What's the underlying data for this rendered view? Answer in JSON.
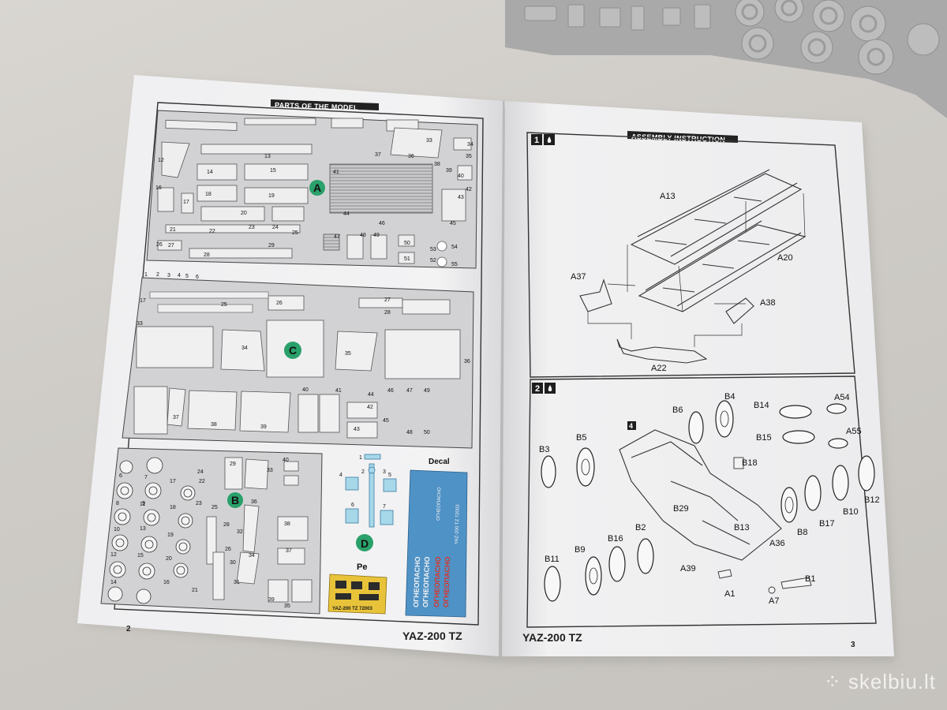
{
  "left_page": {
    "header": "PARTS OF THE MODEL",
    "page_number": "2",
    "footer_title": "YAZ-200 TZ",
    "sprues": [
      {
        "label": "A",
        "color": "#2aa06a"
      },
      {
        "label": "B",
        "color": "#2aa06a"
      },
      {
        "label": "C",
        "color": "#2aa06a"
      },
      {
        "label": "D",
        "color": "#2aa06a"
      }
    ],
    "decal_title": "Decal",
    "pe_title": "Pe",
    "decal_code": "YAZ-200 TZ 72003",
    "decal_text": "ОГНЕОПАСНО",
    "sprue_a_numbers": [
      "12",
      "13",
      "14",
      "15",
      "16",
      "17",
      "18",
      "19",
      "20",
      "21",
      "22",
      "23",
      "24",
      "25",
      "26",
      "27",
      "28",
      "29",
      "33",
      "34",
      "35",
      "36",
      "37",
      "38",
      "39",
      "40",
      "41",
      "42",
      "43",
      "44",
      "45",
      "46",
      "47",
      "48",
      "49",
      "50",
      "51",
      "52",
      "53",
      "54",
      "55"
    ],
    "sprue_c_numbers": [
      "1",
      "2",
      "3",
      "4",
      "5",
      "6",
      "17",
      "25",
      "26",
      "27",
      "28",
      "33",
      "34",
      "35",
      "36",
      "37",
      "38",
      "39",
      "40",
      "41",
      "42",
      "43",
      "44",
      "45",
      "46",
      "47",
      "48",
      "49",
      "50"
    ],
    "sprue_b_numbers": [
      "6",
      "7",
      "8",
      "9",
      "10",
      "11",
      "12",
      "13",
      "14",
      "15",
      "16",
      "17",
      "18",
      "19",
      "20",
      "21",
      "22",
      "23",
      "24",
      "25",
      "26",
      "28",
      "29",
      "30",
      "31",
      "32",
      "33",
      "34",
      "35",
      "36",
      "37",
      "38",
      "39",
      "40"
    ],
    "pe_numbers": [
      "1",
      "2",
      "3",
      "4",
      "5",
      "6",
      "7"
    ]
  },
  "right_page": {
    "header": "ASSEMBLY INSTRUCTION",
    "page_number": "3",
    "footer_title": "YAZ-200 TZ",
    "steps": [
      {
        "number": "1",
        "labels": [
          "A13",
          "A20",
          "A37",
          "A38",
          "A22"
        ]
      },
      {
        "number": "2",
        "labels": [
          "B4",
          "B6",
          "A54",
          "B14",
          "B15",
          "A55",
          "B5",
          "B3",
          "B18",
          "B29",
          "B12",
          "B10",
          "B17",
          "B8",
          "B13",
          "A36",
          "B2",
          "B16",
          "B9",
          "B11",
          "A39",
          "A1",
          "B1",
          "A7"
        ]
      }
    ],
    "sub_step": "4"
  },
  "watermark": "skelbiu.lt"
}
